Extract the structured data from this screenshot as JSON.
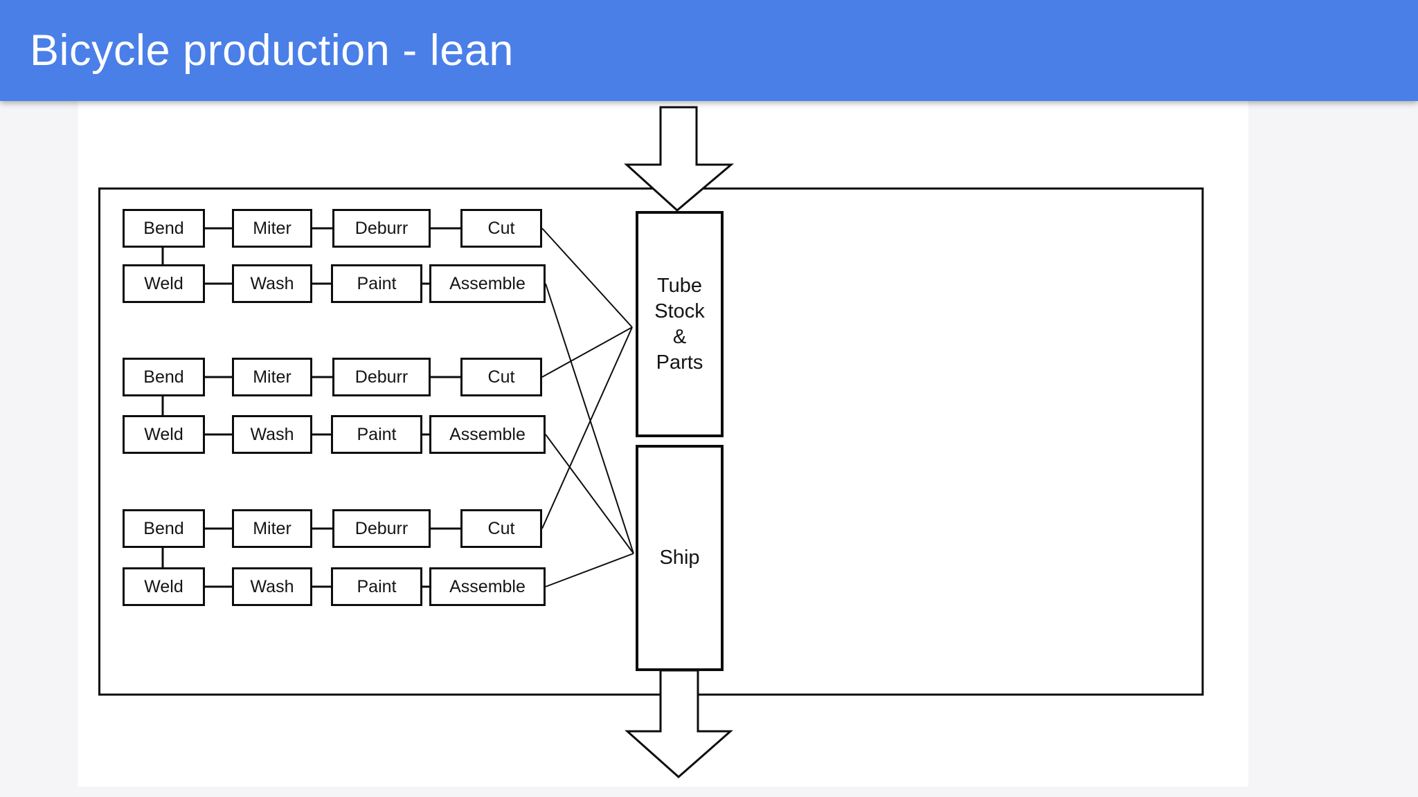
{
  "header": {
    "title": "Bicycle production - lean"
  },
  "colors": {
    "header_background": "#4a7fe8",
    "header_text": "#ffffff",
    "page_background": "#f5f5f7",
    "canvas_background": "#ffffff",
    "diagram_line": "#0d0d0d"
  },
  "diagram": {
    "groups": [
      {
        "top_row": [
          "Bend",
          "Miter",
          "Deburr",
          "Cut"
        ],
        "bottom_row": [
          "Weld",
          "Wash",
          "Paint",
          "Assemble"
        ]
      },
      {
        "top_row": [
          "Bend",
          "Miter",
          "Deburr",
          "Cut"
        ],
        "bottom_row": [
          "Weld",
          "Wash",
          "Paint",
          "Assemble"
        ]
      },
      {
        "top_row": [
          "Bend",
          "Miter",
          "Deburr",
          "Cut"
        ],
        "bottom_row": [
          "Weld",
          "Wash",
          "Paint",
          "Assemble"
        ]
      }
    ],
    "stock_box": {
      "lines": [
        "Tube",
        "Stock",
        "&",
        "Parts"
      ]
    },
    "ship_box": {
      "label": "Ship"
    },
    "flows": [
      "inbound-arrow into Tube Stock & Parts",
      "each Cut connects to Tube Stock & Parts",
      "each Assemble connects to Ship",
      "outbound-arrow out of Ship"
    ]
  }
}
